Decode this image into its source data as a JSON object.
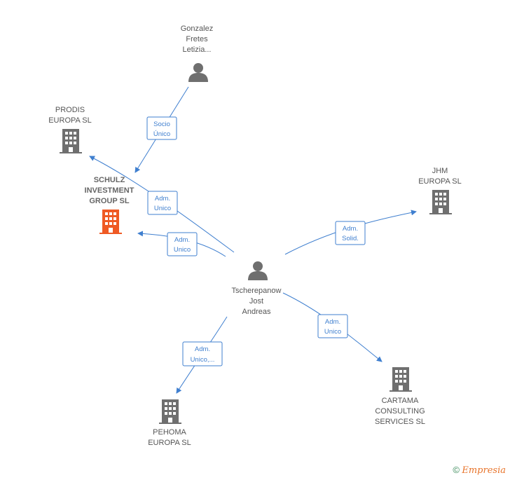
{
  "nodes": {
    "gonzalez": {
      "kind": "person",
      "label": [
        "Gonzalez",
        "Fretes",
        "Letizia..."
      ]
    },
    "prodis": {
      "kind": "company",
      "label": [
        "PRODIS",
        "EUROPA SL"
      ]
    },
    "schulz": {
      "kind": "company-focus",
      "label": [
        "SCHULZ",
        "INVESTMENT",
        "GROUP SL"
      ]
    },
    "jhm": {
      "kind": "company",
      "label": [
        "JHM",
        "EUROPA SL"
      ]
    },
    "tscherepanow": {
      "kind": "person",
      "label": [
        "Tscherepanow",
        "Jost",
        "Andreas"
      ]
    },
    "pehoma": {
      "kind": "company",
      "label": [
        "PEHOMA",
        "EUROPA SL"
      ]
    },
    "cartama": {
      "kind": "company",
      "label": [
        "CARTAMA",
        "CONSULTING",
        "SERVICES SL"
      ]
    }
  },
  "edges": [
    {
      "id": "socio",
      "from": "gonzalez",
      "to": "schulz",
      "label": [
        "Socio",
        "Único"
      ]
    },
    {
      "id": "adm-prodis",
      "from": "tscherepanow",
      "to": "prodis",
      "label": [
        "Adm.",
        "Unico"
      ]
    },
    {
      "id": "adm-schulz",
      "from": "tscherepanow",
      "to": "schulz",
      "label": [
        "Adm.",
        "Unico"
      ]
    },
    {
      "id": "adm-jhm",
      "from": "tscherepanow",
      "to": "jhm",
      "label": [
        "Adm.",
        "Solid."
      ]
    },
    {
      "id": "adm-cartama",
      "from": "tscherepanow",
      "to": "cartama",
      "label": [
        "Adm.",
        "Unico"
      ]
    },
    {
      "id": "adm-pehoma",
      "from": "tscherepanow",
      "to": "pehoma",
      "label": [
        "Adm.",
        "Unico,..."
      ]
    }
  ],
  "colors": {
    "edge": "#3f7fcf",
    "company": "#6f6f6f",
    "focus": "#ef5a24",
    "person": "#6f6f6f"
  },
  "footer": {
    "copyright": "©",
    "brand": "Empresia"
  }
}
